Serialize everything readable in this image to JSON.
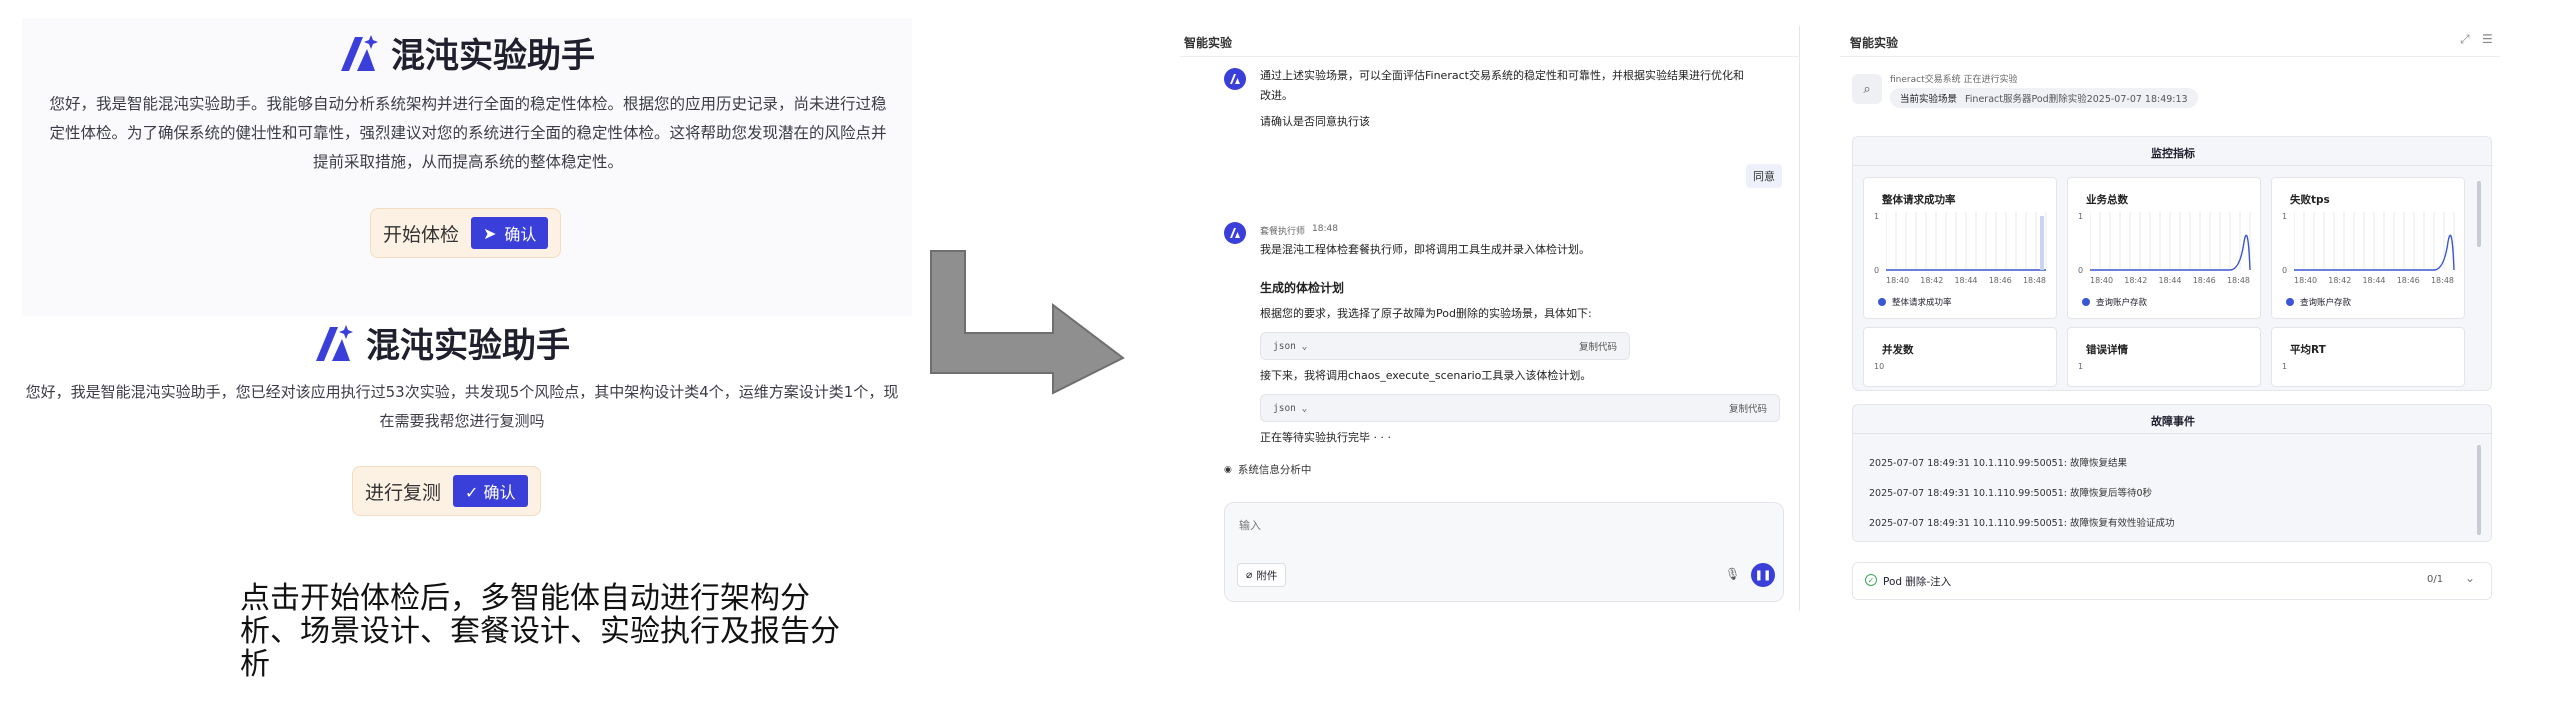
{
  "left": {
    "shot1": {
      "logo_text": "混沌实验助手",
      "intro": "您好，我是智能混沌实验助手。我能够自动分析系统架构并进行全面的稳定性体检。根据您的应用历史记录，尚未进行过稳定性体检。为了确保系统的健壮性和可靠性，强烈建议对您的系统进行全面的稳定性体检。这将帮助您发现潜在的风险点并提前采取措施，从而提高系统的整体稳定性。",
      "action_label": "开始体检",
      "confirm_label": "确认"
    },
    "shot2": {
      "logo_text": "混沌实验助手",
      "intro": "您好，我是智能混沌实验助手，您已经对该应用执行过53次实验，共发现5个风险点，其中架构设计类4个，运维方案设计类1个，现在需要我帮您进行复测吗",
      "action_label": "进行复测",
      "confirm_label": "✓ 确认"
    },
    "caption": "点击开始体检后，多智能体自动进行架构分析、场景设计、套餐设计、实验执行及报告分析"
  },
  "chat": {
    "title": "智能实验",
    "msg1_line1": "通过上述实验场景，可以全面评估Fineract交易系统的稳定性和可靠性，并根据实验结果进行优化和",
    "msg1_line2": "改进。",
    "msg1_line3": "请确认是否同意执行该",
    "agree_button": "同意",
    "exec_name": "套餐执行师",
    "exec_time": "18:48",
    "msg2_intro": "我是混沌工程体检套餐执行师，即将调用工具生成并录入体检计划。",
    "plan_heading": "生成的体检计划",
    "plan_desc": "根据您的要求，我选择了原子故障为Pod删除的实验场景，具体如下:",
    "code1_lang": "json",
    "code1_copy": "复制代码",
    "next_text": "接下来，我将调用chaos_execute_scenario工具录入该体检计划。",
    "code2_lang": "json",
    "code2_copy": "复制代码",
    "waiting": "正在等待实验执行完毕 · · ·",
    "analysis_status": "系统信息分析中",
    "input_placeholder": "输入",
    "attach_label": "附件"
  },
  "experiment": {
    "title": "智能实验",
    "system_line": "fineract交易系统 正在进行实验",
    "scene_label": "当前实验场景",
    "scene_value": "Fineract服务器Pod删除实验2025-07-07 18:49:13",
    "monitor_title": "监控指标",
    "metrics": [
      {
        "title": "整体请求成功率",
        "y_top": "1",
        "y_bottom": "0",
        "legend": "整体请求成功率"
      },
      {
        "title": "业务总数",
        "y_top": "1",
        "y_bottom": "0",
        "legend": "查询账户存款"
      },
      {
        "title": "失败tps",
        "y_top": "1",
        "y_bottom": "0",
        "legend": "查询账户存款"
      }
    ],
    "metrics_row2": [
      {
        "title": "并发数",
        "y_top": "10"
      },
      {
        "title": "错误详情",
        "y_top": "1"
      },
      {
        "title": "平均RT",
        "y_top": "1"
      }
    ],
    "x_ticks": [
      "18:40",
      "18:42",
      "18:44",
      "18:46",
      "18:48"
    ],
    "fault_title": "故障事件",
    "events": [
      "2025-07-07 18:49:31   10.1.110.99:50051: 故障恢复结果",
      "2025-07-07 18:49:31   10.1.110.99:50051: 故障恢复后等待0秒",
      "2025-07-07 18:49:31   10.1.110.99:50051: 故障恢复有效性验证成功"
    ],
    "pod_label": "Pod 删除-注入",
    "pod_count": "0/1",
    "accent": "#3a3fd9"
  }
}
